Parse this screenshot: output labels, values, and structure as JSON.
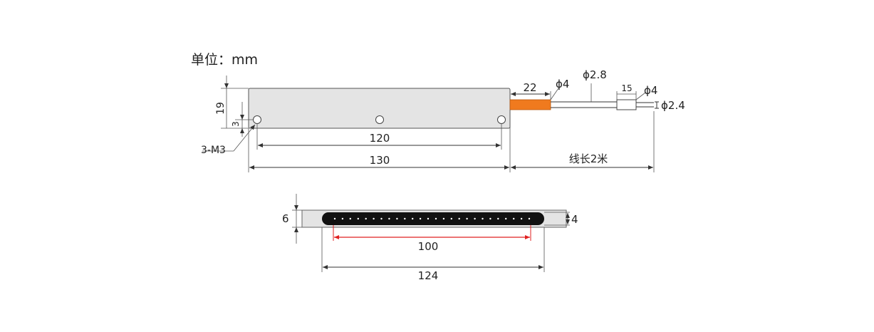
{
  "unit_label": "单位：mm",
  "top_view": {
    "dim_height": "19",
    "dim_hole_offset": "3",
    "hole_callout": "3-M3",
    "dim_hole_spacing": "120",
    "dim_length": "130",
    "dim_sleeve_length": "22",
    "dim_sleeve_dia": "ϕ4",
    "dim_cable_dia": "ϕ2.8",
    "dim_connector_length": "15",
    "dim_connector_dia": "ϕ4",
    "dim_tip_dia": "ϕ2.4",
    "cable_length_label": "线长2米"
  },
  "bottom_view": {
    "dim_height": "6",
    "dim_window_height": "4",
    "dim_led_span": "100",
    "dim_length": "124"
  },
  "colors": {
    "sleeve": "#f07a1e",
    "plate_fill": "#e4e4e4",
    "window_fill": "#111111",
    "led_span_line": "#e02020"
  }
}
